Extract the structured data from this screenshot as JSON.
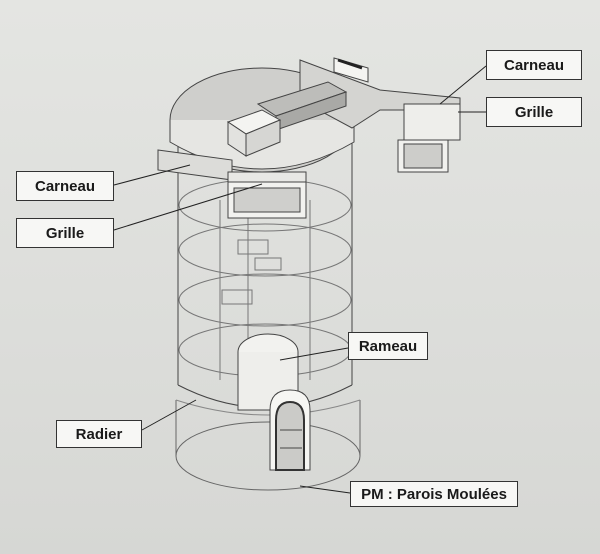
{
  "callouts": {
    "carneau_right": "Carneau",
    "grille_right": "Grille",
    "carneau_left": "Carneau",
    "grille_left": "Grille",
    "rameau": "Rameau",
    "radier": "Radier",
    "parois": "PM : Parois Moulées"
  }
}
